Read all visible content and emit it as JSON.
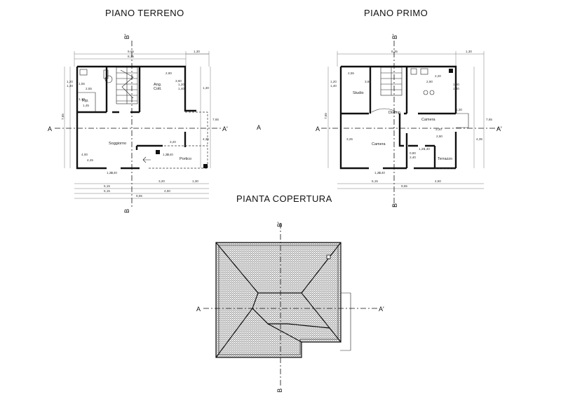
{
  "titles": {
    "ground_floor": "PIANO TERRENO",
    "first_floor": "PIANO PRIMO",
    "roof": "PIANTA COPERTURA"
  },
  "section_marks": {
    "a": "A",
    "a_prime": "A'",
    "b": "B",
    "b_prime": "B'"
  },
  "ground_floor": {
    "rooms": {
      "rip": "Rip.",
      "ang_cott": "Ang.",
      "ang_cott_2": "Cott.",
      "soggiorno": "Soggiorno",
      "portico": "Portico"
    },
    "dims": {
      "top_total": "9,65",
      "top_inner": "8,35",
      "top_right": "1,30",
      "left_total": "7,65",
      "win1_a": "1,20",
      "win1_b": "1,40",
      "wc_w": "2,55",
      "wc_h": "1,55",
      "rip_a": "1,10",
      "rip_b": "1,45",
      "kitchen_w": "2,90",
      "kitchen_h": "3,60",
      "right_h1": "1,30",
      "right_h2": "4,35",
      "right_total": "7,65",
      "win2_a": "1,20",
      "win2_b": "1,40",
      "sogg_a": "4,00",
      "sogg_b": "4,45",
      "pillar_a": "3,20",
      "door_a": "1,20",
      "door_b": "2,40",
      "bot_door_a": "1,20",
      "bot_door_b": "1,40",
      "bot_3_20": "3,20",
      "bot_1_30": "1,30",
      "bot_5_15": "5,15",
      "bot_4_50": "4,50",
      "bot_total": "9,65"
    }
  },
  "first_floor": {
    "rooms": {
      "studio": "Studio",
      "disimp": "Disimp.",
      "camera_right": "Camera",
      "camera_left": "Camera",
      "terrazzo": "Terrazzo"
    },
    "dims": {
      "top_inner": "8,35",
      "top_right": "1,30",
      "left_total": "7,65",
      "win1_a": "1,20",
      "win1_b": "1,40",
      "studio_w": "2,55",
      "studio_h": "3,60",
      "bath_w": "2,90",
      "bath_h": "2,20",
      "win2_a": "1,20",
      "win2_b": "1,40",
      "terr_h": "1,30",
      "right_total": "7,65",
      "right_4_35": "4,35",
      "cam_r_h": "3,30",
      "cam_r_w": "2,90",
      "cam_l_h": "3,25",
      "door_a": "0,80",
      "door_b": "2,40",
      "door_c": "1,20",
      "door_d": "1,40",
      "bot_door_a": "1,20",
      "bot_door_b": "1,40",
      "bot_5_15": "5,15",
      "bot_4_50": "4,50",
      "bot_total": "9,65"
    }
  }
}
